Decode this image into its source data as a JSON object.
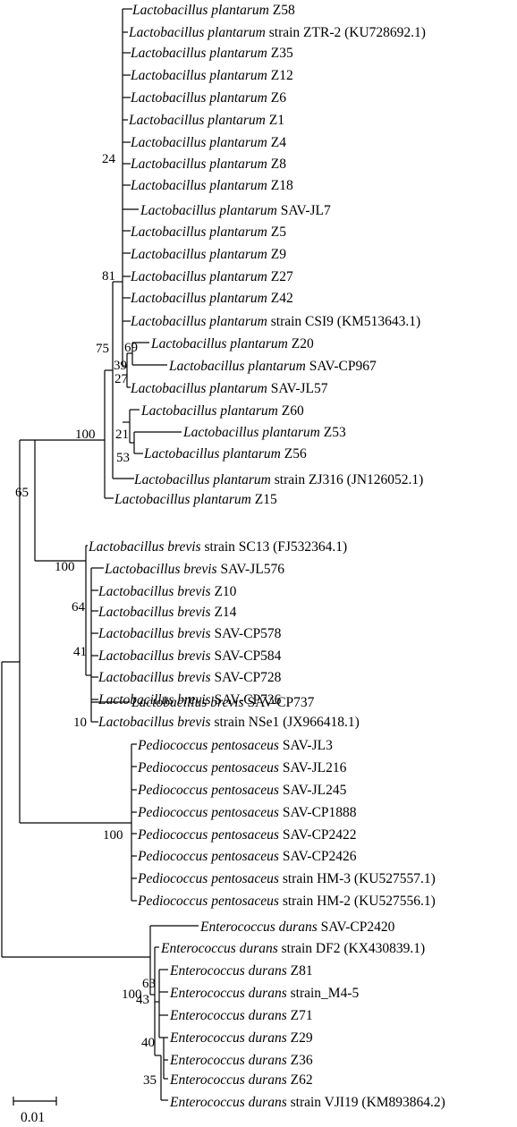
{
  "leaves": [
    {
      "species": "Lactobacillus plantarum",
      "suffix": " Z58"
    },
    {
      "species": "Lactobacillus plantarum",
      "suffix": " strain ZTR-2 (KU728692.1)"
    },
    {
      "species": "Lactobacillus plantarum",
      "suffix": " Z35"
    },
    {
      "species": "Lactobacillus plantarum",
      "suffix": " Z12"
    },
    {
      "species": "Lactobacillus plantarum",
      "suffix": " Z6"
    },
    {
      "species": "Lactobacillus plantarum",
      "suffix": " Z1"
    },
    {
      "species": "Lactobacillus plantarum",
      "suffix": " Z4"
    },
    {
      "species": "Lactobacillus plantarum",
      "suffix": " Z8"
    },
    {
      "species": "Lactobacillus plantarum",
      "suffix": " Z18"
    },
    {
      "species": "Lactobacillus plantarum",
      "suffix": " SAV-JL7"
    },
    {
      "species": "Lactobacillus plantarum",
      "suffix": " Z5"
    },
    {
      "species": "Lactobacillus plantarum",
      "suffix": " Z9"
    },
    {
      "species": "Lactobacillus plantarum",
      "suffix": " Z27"
    },
    {
      "species": "Lactobacillus plantarum",
      "suffix": " Z42"
    },
    {
      "species": "Lactobacillus plantarum",
      "suffix": " strain CSI9 (KM513643.1)"
    },
    {
      "species": "Lactobacillus plantarum",
      "suffix": " Z20"
    },
    {
      "species": "Lactobacillus plantarum",
      "suffix": " SAV-CP967"
    },
    {
      "species": "Lactobacillus plantarum",
      "suffix": " SAV-JL57"
    },
    {
      "species": "Lactobacillus plantarum",
      "suffix": " Z60"
    },
    {
      "species": "Lactobacillus plantarum",
      "suffix": " Z53"
    },
    {
      "species": "Lactobacillus plantarum",
      "suffix": " Z56"
    },
    {
      "species": "Lactobacillus plantarum",
      "suffix": " strain ZJ316 (JN126052.1)"
    },
    {
      "species": "Lactobacillus plantarum",
      "suffix": " Z15"
    },
    {
      "species": "Lactobacillus brevis",
      "suffix": " strain SC13 (FJ532364.1)"
    },
    {
      "species": "Lactobacillus brevis",
      "suffix": " SAV-JL576"
    },
    {
      "species": "Lactobacillus brevis",
      "suffix": " Z10"
    },
    {
      "species": "Lactobacillus brevis",
      "suffix": " Z14"
    },
    {
      "species": "Lactobacillus brevis",
      "suffix": " SAV-CP578"
    },
    {
      "species": "Lactobacillus brevis",
      "suffix": " SAV-CP584"
    },
    {
      "species": "Lactobacillus brevis",
      "suffix": " SAV-CP728"
    },
    {
      "species": "Lactobacillus brevis",
      "suffix": " SAV-CP736"
    },
    {
      "species": "Lactobacillus brevis",
      "suffix": " SAV-CP737"
    },
    {
      "species": "Lactobacillus brevis",
      "suffix": " strain NSe1 (JX966418.1)"
    },
    {
      "species": "Pediococcus pentosaceus",
      "suffix": " SAV-JL3"
    },
    {
      "species": "Pediococcus pentosaceus",
      "suffix": " SAV-JL216"
    },
    {
      "species": "Pediococcus pentosaceus",
      "suffix": " SAV-JL245"
    },
    {
      "species": "Pediococcus pentosaceus",
      "suffix": " SAV-CP1888"
    },
    {
      "species": "Pediococcus pentosaceus",
      "suffix": " SAV-CP2422"
    },
    {
      "species": "Pediococcus pentosaceus",
      "suffix": " SAV-CP2426"
    },
    {
      "species": "Pediococcus pentosaceus",
      "suffix": " strain HM-3 (KU527557.1)"
    },
    {
      "species": "Pediococcus pentosaceus",
      "suffix": " strain HM-2 (KU527556.1)"
    },
    {
      "species": "Enterococcus durans",
      "suffix": " SAV-CP2420"
    },
    {
      "species": "Enterococcus durans",
      "suffix": " strain DF2 (KX430839.1)"
    },
    {
      "species": "Enterococcus durans",
      "suffix": " Z81"
    },
    {
      "species": "Enterococcus durans",
      "suffix": " strain_M4-5"
    },
    {
      "species": "Enterococcus durans",
      "suffix": " Z71"
    },
    {
      "species": "Enterococcus durans",
      "suffix": " Z29"
    },
    {
      "species": "Enterococcus durans",
      "suffix": " Z36"
    },
    {
      "species": "Enterococcus durans",
      "suffix": " Z62"
    },
    {
      "species": "Enterococcus durans",
      "suffix": " strain VJI19 (KM893864.2)"
    }
  ],
  "bootstrap": [
    "24",
    "81",
    "69",
    "39",
    "75",
    "27",
    "21",
    "53",
    "100",
    "65",
    "100",
    "64",
    "41",
    "10",
    "100",
    "100",
    "63",
    "43",
    "40",
    "35"
  ],
  "scale_label": "0.01"
}
